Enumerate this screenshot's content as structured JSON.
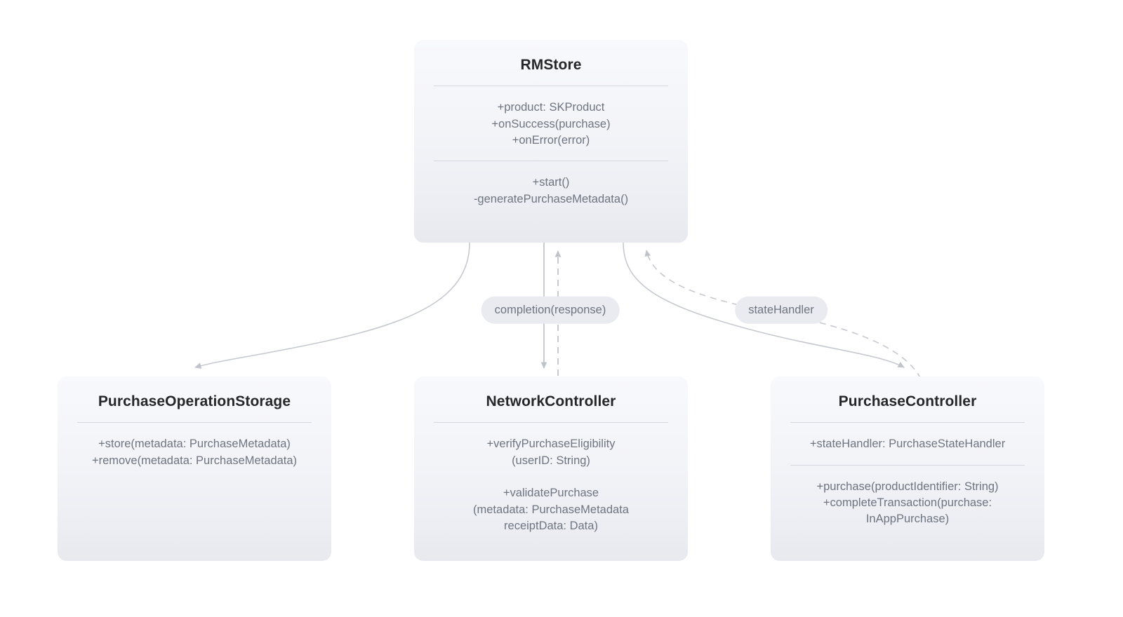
{
  "diagram": {
    "type": "uml-class-diagram",
    "background_color": "#ffffff",
    "box_fill_top": "#f8f9fc",
    "box_fill_bottom": "#e7e9ee",
    "divider_color": "#d4d7dd",
    "title_color": "#262729",
    "body_text_color": "#6e7480",
    "edge_color": "#c6c9cf",
    "label_pill_color": "#e9ebf1"
  },
  "classes": {
    "rmstore": {
      "name": "RMStore",
      "attributes": "+product: SKProduct\n+onSuccess(purchase)\n+onError(error)",
      "operations": "+start()\n-generatePurchaseMetadata()"
    },
    "purchase_operation_storage": {
      "name": "PurchaseOperationStorage",
      "operations": "+store(metadata: PurchaseMetadata)\n+remove(metadata: PurchaseMetadata)"
    },
    "network_controller": {
      "name": "NetworkController",
      "operations": "+verifyPurchaseEligibility\n(userID: String)\n\n+validatePurchase\n(metadata: PurchaseMetadata\nreceiptData: Data)"
    },
    "purchase_controller": {
      "name": "PurchaseController",
      "attributes": "+stateHandler: PurchaseStateHandler",
      "operations": "+purchase(productIdentifier: String)\n+completeTransaction(purchase:\nInAppPurchase)"
    }
  },
  "edges": [
    {
      "id": "rmstore-to-storage",
      "from": "RMStore",
      "to": "PurchaseOperationStorage",
      "style": "solid",
      "arrow": "to",
      "label": ""
    },
    {
      "id": "rmstore-to-network",
      "from": "RMStore",
      "to": "NetworkController",
      "style": "solid",
      "arrow": "to",
      "label": ""
    },
    {
      "id": "network-to-rmstore",
      "from": "NetworkController",
      "to": "RMStore",
      "style": "dashed",
      "arrow": "to",
      "label": "completion(response)"
    },
    {
      "id": "rmstore-to-purchase",
      "from": "RMStore",
      "to": "PurchaseController",
      "style": "solid",
      "arrow": "to",
      "label": ""
    },
    {
      "id": "purchase-to-rmstore",
      "from": "PurchaseController",
      "to": "RMStore",
      "style": "dashed",
      "arrow": "to",
      "label": "stateHandler"
    }
  ],
  "edge_labels": {
    "completion": "completion(response)",
    "state_handler": "stateHandler"
  }
}
